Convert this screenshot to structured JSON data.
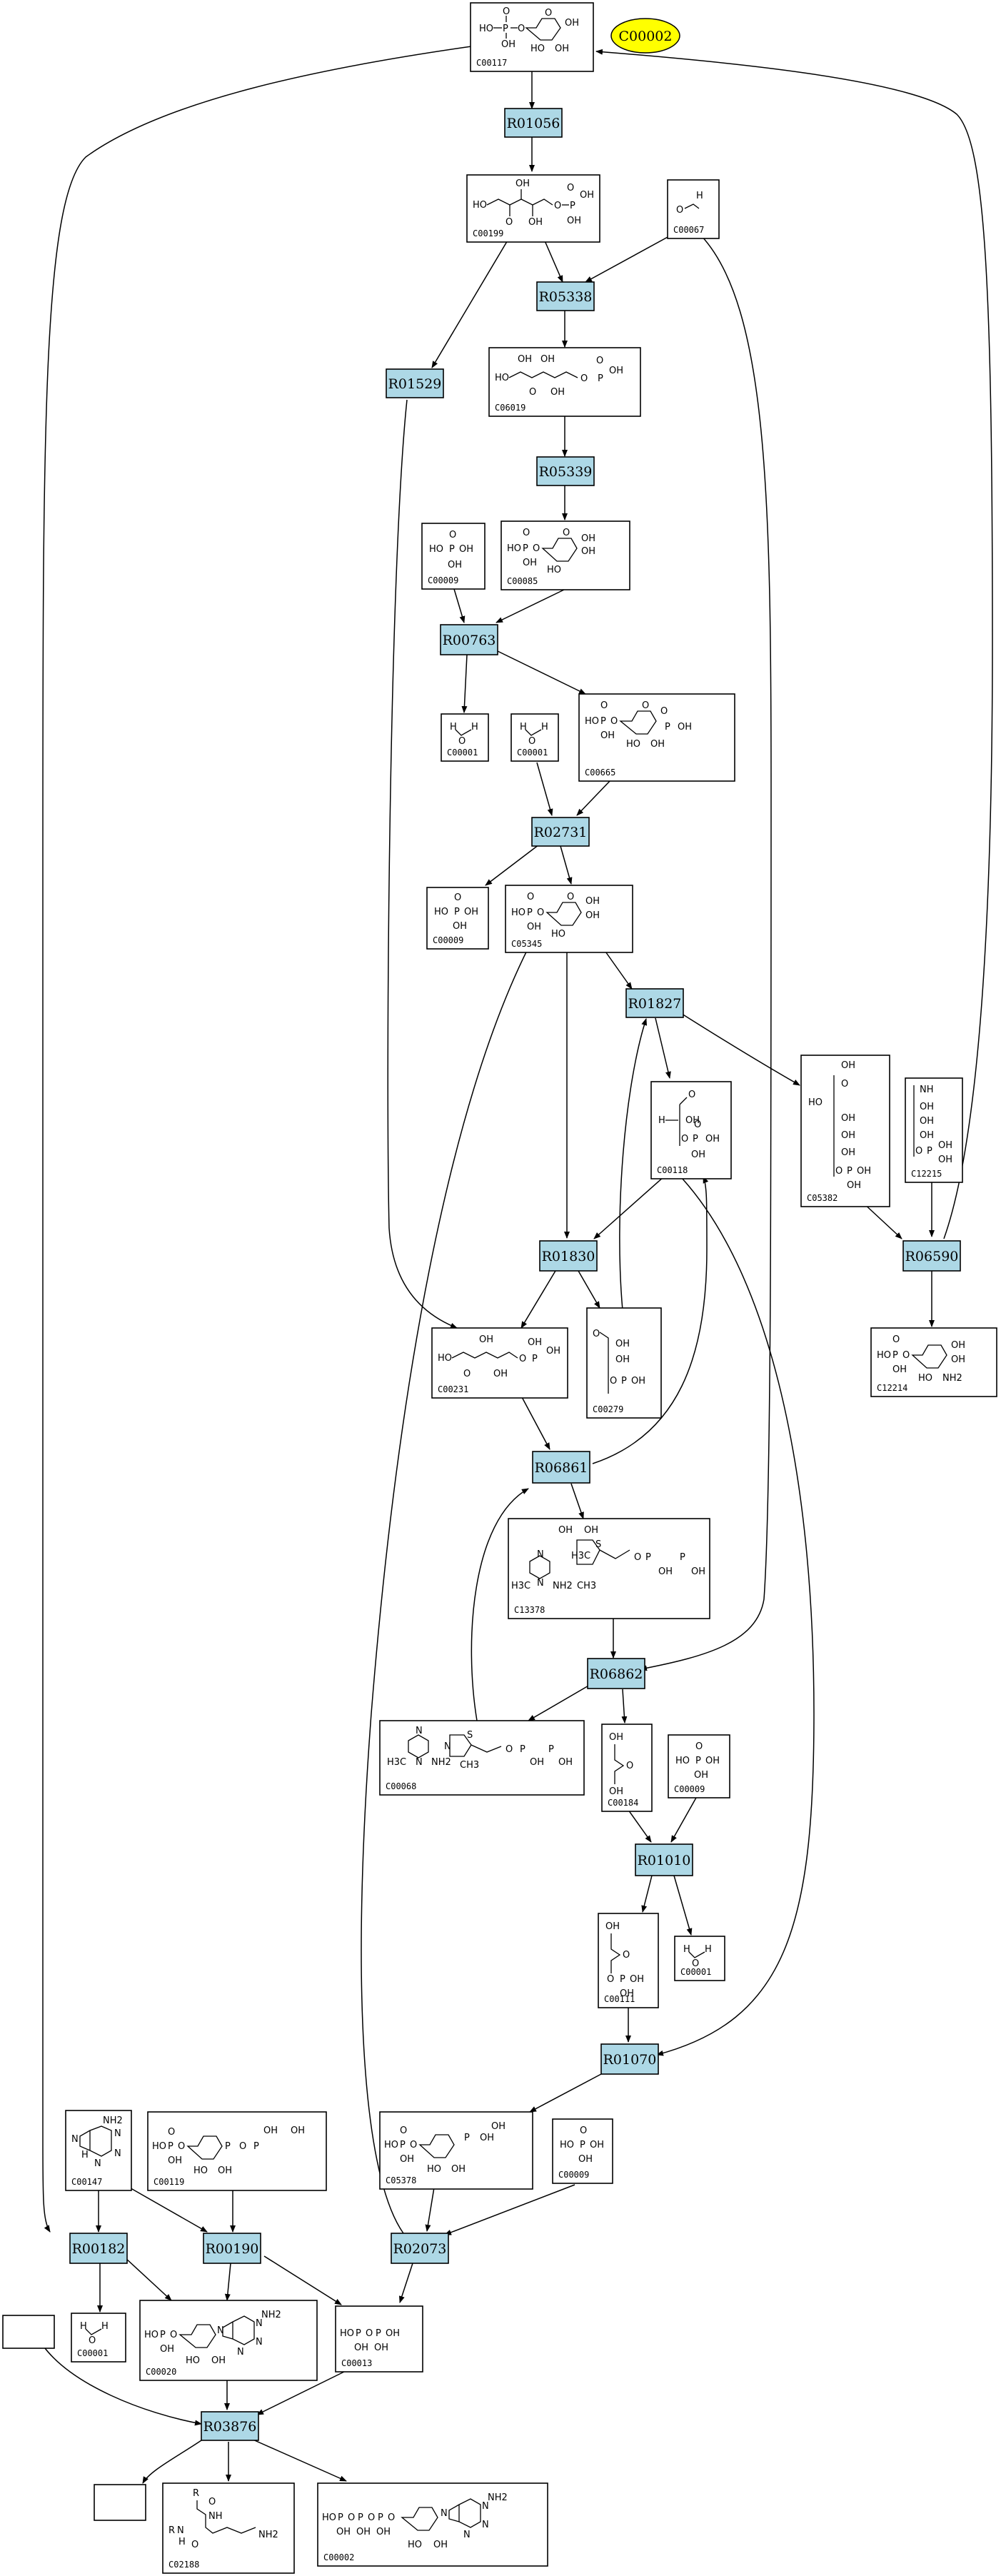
{
  "compounds": {
    "C00117": {
      "id": "C00117",
      "atoms": [
        "HO",
        "P",
        "O",
        "O",
        "O",
        "OH",
        "OH",
        "HO",
        "OH"
      ]
    },
    "C00199": {
      "id": "C00199",
      "atoms": [
        "HO",
        "OH",
        "OH",
        "O",
        "OH",
        "P",
        "OH",
        "O",
        "O"
      ]
    },
    "C00067": {
      "id": "C00067",
      "atoms": [
        "O",
        "H"
      ]
    },
    "C06019": {
      "id": "C06019",
      "atoms": [
        "HO",
        "OH",
        "OH",
        "O",
        "OH",
        "P",
        "OH",
        "O",
        "O"
      ]
    },
    "C00009_a": {
      "id": "C00009",
      "atoms": [
        "HO",
        "P",
        "OH",
        "OH",
        "O"
      ]
    },
    "C00085": {
      "id": "C00085",
      "atoms": [
        "HO",
        "P",
        "O",
        "O",
        "OH",
        "OH",
        "HO",
        "OH",
        "O"
      ]
    },
    "C00001_a": {
      "id": "C00001",
      "atoms": [
        "H",
        "O",
        "H"
      ]
    },
    "C00001_b": {
      "id": "C00001",
      "atoms": [
        "H",
        "O",
        "H"
      ]
    },
    "C00665": {
      "id": "C00665",
      "atoms": [
        "HO",
        "P",
        "O",
        "O",
        "OH",
        "O",
        "P",
        "OH",
        "HO",
        "OH",
        "O"
      ]
    },
    "C00009_b": {
      "id": "C00009",
      "atoms": [
        "HO",
        "P",
        "OH",
        "OH",
        "O"
      ]
    },
    "C05345": {
      "id": "C05345",
      "atoms": [
        "HO",
        "P",
        "O",
        "O",
        "OH",
        "OH",
        "HO",
        "OH",
        "O"
      ]
    },
    "C00118": {
      "id": "C00118",
      "atoms": [
        "H",
        "O",
        "OH",
        "O",
        "P",
        "OH",
        "OH",
        "O"
      ]
    },
    "C05382": {
      "id": "C05382",
      "atoms": [
        "OH",
        "O",
        "HO",
        "OH",
        "OH",
        "OH",
        "O",
        "P",
        "OH",
        "OH"
      ]
    },
    "C12215": {
      "id": "C12215",
      "atoms": [
        "NH",
        "OH",
        "OH",
        "OH",
        "O",
        "P",
        "OH",
        "OH"
      ]
    },
    "C00231": {
      "id": "C00231",
      "atoms": [
        "HO",
        "O",
        "OH",
        "OH",
        "O",
        "P",
        "OH",
        "OH"
      ]
    },
    "C00279": {
      "id": "C00279",
      "atoms": [
        "O",
        "OH",
        "OH",
        "O",
        "P",
        "OH"
      ]
    },
    "C12214": {
      "id": "C12214",
      "atoms": [
        "HO",
        "P",
        "O",
        "O",
        "OH",
        "OH",
        "HO",
        "NH2",
        "OH"
      ]
    },
    "C13378": {
      "id": "C13378",
      "atoms": [
        "OH",
        "OH",
        "S",
        "N",
        "N",
        "H3C",
        "NH2",
        "CH3",
        "O",
        "P",
        "OH",
        "OH",
        "P"
      ]
    },
    "C00068": {
      "id": "C00068",
      "atoms": [
        "N",
        "N",
        "H3C",
        "NH2",
        "S",
        "N",
        "CH3",
        "O",
        "P",
        "OH",
        "OH",
        "P"
      ]
    },
    "C00184": {
      "id": "C00184",
      "atoms": [
        "OH",
        "O",
        "OH"
      ]
    },
    "C00009_c": {
      "id": "C00009",
      "atoms": [
        "HO",
        "P",
        "OH",
        "OH",
        "O"
      ]
    },
    "C00111": {
      "id": "C00111",
      "atoms": [
        "OH",
        "O",
        "O",
        "P",
        "OH",
        "OH"
      ]
    },
    "C00001_c": {
      "id": "C00001",
      "atoms": [
        "H",
        "O",
        "H"
      ]
    },
    "C00147": {
      "id": "C00147",
      "atoms": [
        "NH2",
        "N",
        "N",
        "N",
        "N",
        "H"
      ]
    },
    "C00119": {
      "id": "C00119",
      "atoms": [
        "HO",
        "P",
        "O",
        "O",
        "OH",
        "P",
        "O",
        "P",
        "OH",
        "HO",
        "OH",
        "OH"
      ]
    },
    "C05378": {
      "id": "C05378",
      "atoms": [
        "HO",
        "P",
        "O",
        "O",
        "OH",
        "P",
        "OH",
        "HO",
        "OH",
        "OH"
      ]
    },
    "C00009_d": {
      "id": "C00009",
      "atoms": [
        "HO",
        "P",
        "OH",
        "OH",
        "O"
      ]
    },
    "C00001_d": {
      "id": "C00001",
      "atoms": [
        "H",
        "O",
        "H"
      ]
    },
    "C00020": {
      "id": "C00020",
      "atoms": [
        "HO",
        "P",
        "O",
        "OH",
        "N",
        "N",
        "NH2",
        "N",
        "N",
        "HO",
        "OH"
      ]
    },
    "C00013": {
      "id": "C00013",
      "atoms": [
        "HO",
        "P",
        "O",
        "P",
        "OH",
        "OH",
        "OH"
      ]
    },
    "C02188": {
      "id": "C02188",
      "atoms": [
        "R",
        "O",
        "NH",
        "R",
        "N",
        "H",
        "O",
        "NH2"
      ]
    },
    "C00002": {
      "id": "C00002",
      "atoms": [
        "HO",
        "P",
        "O",
        "P",
        "O",
        "P",
        "O",
        "OH",
        "OH",
        "OH",
        "N",
        "N",
        "NH2",
        "N",
        "N",
        "HO",
        "OH"
      ]
    }
  },
  "reactions": {
    "R01056": "R01056",
    "R05338": "R05338",
    "R01529": "R01529",
    "R05339": "R05339",
    "R00763": "R00763",
    "R02731": "R02731",
    "R01827": "R01827",
    "R01830": "R01830",
    "R06590": "R06590",
    "R06861": "R06861",
    "R06862": "R06862",
    "R01010": "R01010",
    "R01070": "R01070",
    "R00182": "R00182",
    "R00190": "R00190",
    "R02073": "R02073",
    "R03876": "R03876"
  },
  "map_link": {
    "label": "C00002",
    "color": "#ffff00"
  },
  "colors": {
    "reaction_fill": "#add8e6",
    "compound_fill": "#ffffff",
    "stroke": "#000000"
  }
}
